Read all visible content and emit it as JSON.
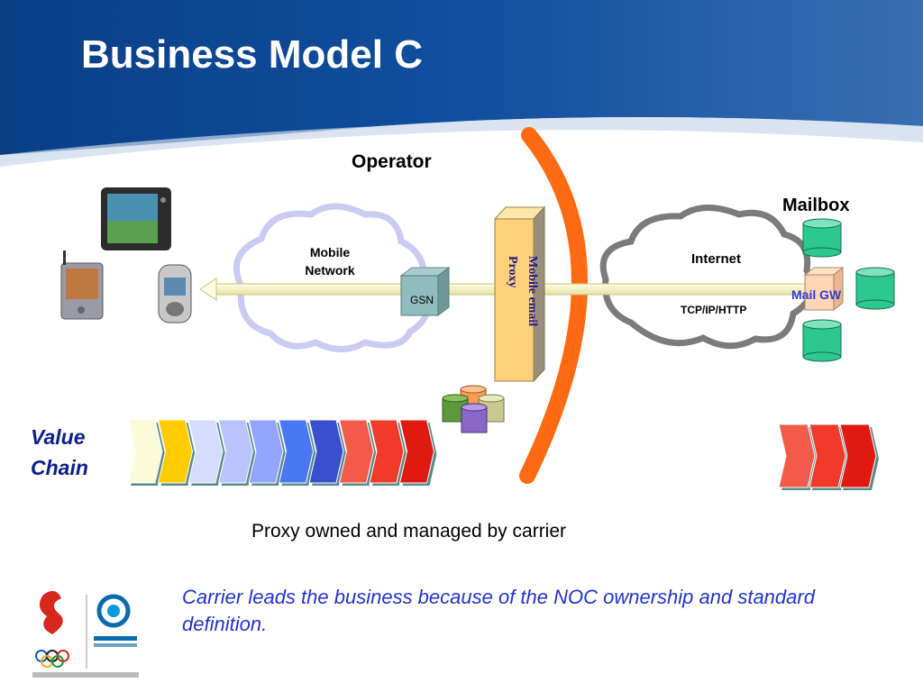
{
  "title": "Business Model C",
  "diagram": {
    "operator": "Operator",
    "mailbox": "Mailbox",
    "mobile_network": [
      "Mobile",
      "Network"
    ],
    "gsn": "GSN",
    "proxy": [
      "Mobile email",
      "Proxy"
    ],
    "internet": "Internet",
    "tcpip": "TCP/IP/HTTP",
    "mail_gw": "Mail GW"
  },
  "value_chain": {
    "label": [
      "Value",
      "Chain"
    ],
    "left_colors": [
      "#fbfbd9",
      "#ffcc00",
      "#d6dcff",
      "#b8c4ff",
      "#94a4ff",
      "#4a78f4",
      "#3a4fd0",
      "#f45a4a",
      "#f03a2a",
      "#e01a10"
    ],
    "right_colors": [
      "#f45a4a",
      "#f03a2a",
      "#e01a10"
    ]
  },
  "caption": "Proxy owned and managed by carrier",
  "note": "Carrier leads the business because of the NOC ownership and standard definition."
}
